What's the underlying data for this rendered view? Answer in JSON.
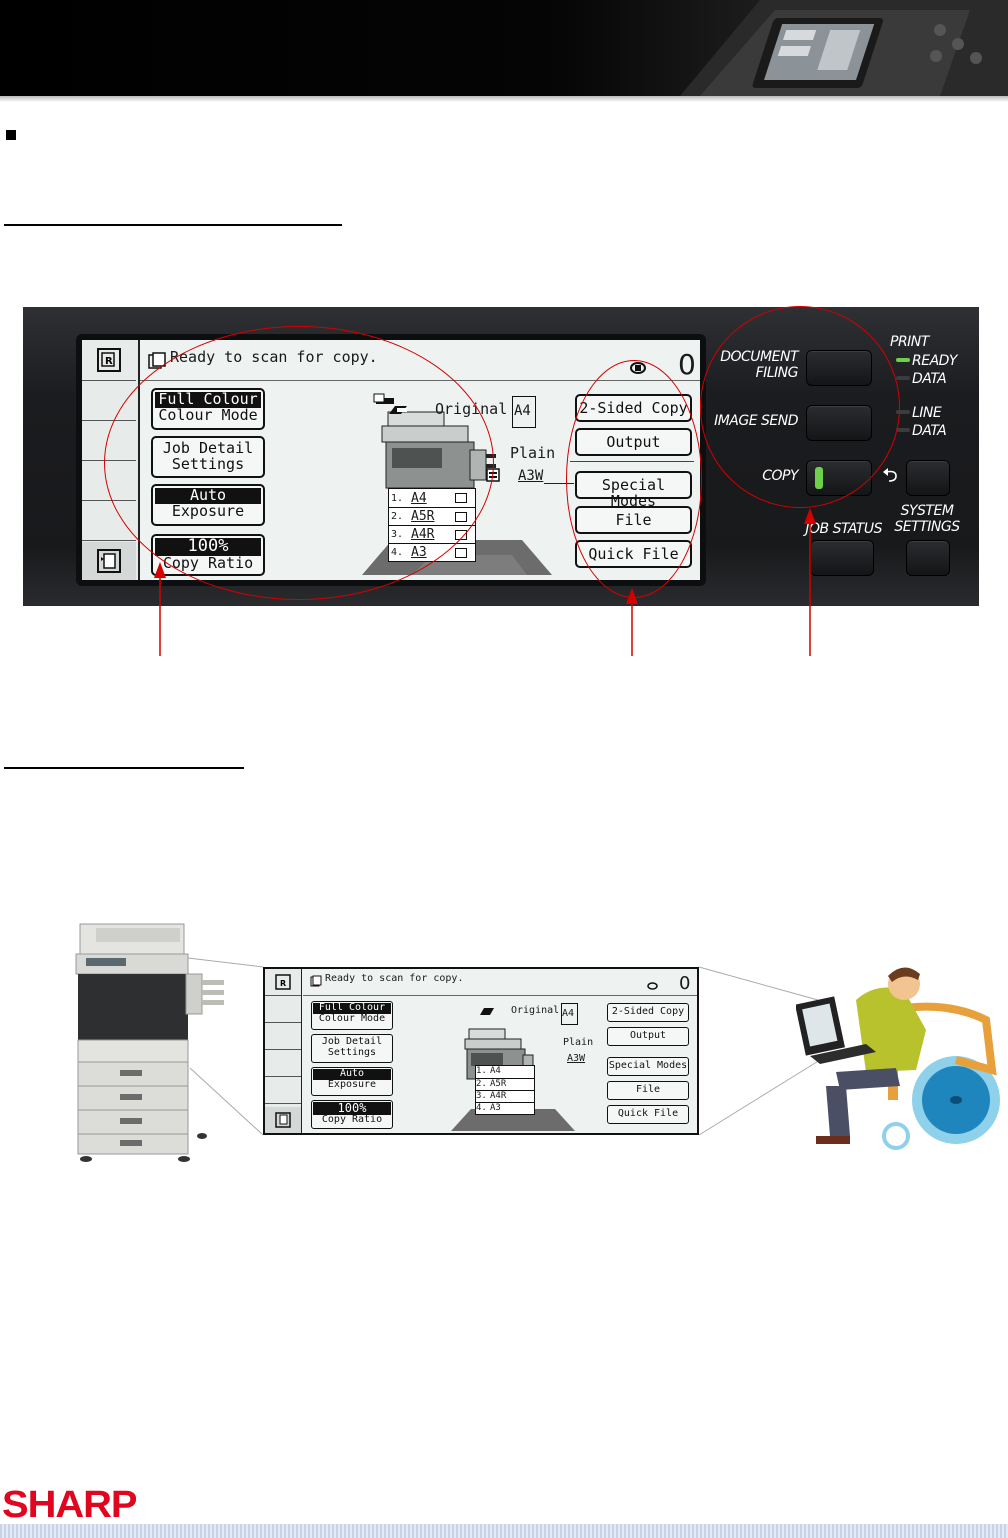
{
  "panel": {
    "status": "Ready to scan for copy.",
    "counter": "0",
    "left_buttons": [
      {
        "line1": "Full Colour",
        "line2": "Colour Mode"
      },
      {
        "line1": "Job Detail",
        "line2": "Settings"
      },
      {
        "line1": "Auto",
        "line2": "Exposure"
      },
      {
        "line1": "100%",
        "line2": "Copy Ratio"
      }
    ],
    "original_label": "Original",
    "original_size": "A4",
    "paper_type": "Plain",
    "paper_size": "A3W",
    "trays": [
      {
        "num": "1.",
        "size": "A4"
      },
      {
        "num": "2.",
        "size": "A5R"
      },
      {
        "num": "3.",
        "size": "A4R"
      },
      {
        "num": "4.",
        "size": "A3"
      }
    ],
    "right_buttons": [
      "2-Sided Copy",
      "Output",
      "Special Modes",
      "File",
      "Quick File"
    ],
    "hardware": {
      "document_filing": "DOCUMENT\nFILING",
      "image_send": "IMAGE SEND",
      "copy": "COPY",
      "job_status": "JOB STATUS",
      "system_settings": "SYSTEM\nSETTINGS",
      "print": "PRINT",
      "ready": "READY",
      "data": "DATA",
      "line": "LINE",
      "data2": "DATA"
    }
  },
  "colors": {
    "annotation_red": "#d40000",
    "brand_red": "#e0061f",
    "led_green": "#6ed04a"
  },
  "brand": "SHARP"
}
